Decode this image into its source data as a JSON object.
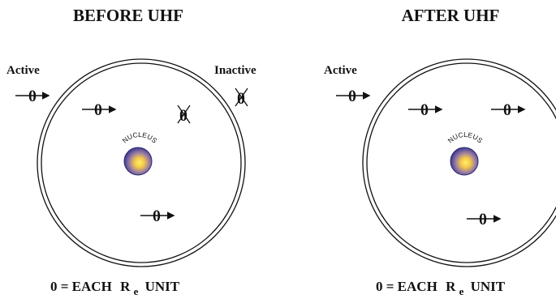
{
  "left_panel": {
    "title": "BEFORE UHF",
    "active_label": "Active",
    "inactive_label": "Inactive",
    "nucleus_label": "NUCLEUS",
    "unit_symbol": "θ",
    "caption": {
      "prefix": "0 = EACH",
      "symbol": "R",
      "subscript": "e",
      "suffix": "UNIT"
    }
  },
  "right_panel": {
    "title": "AFTER UHF",
    "active_label": "Active",
    "nucleus_label": "NUCLEUS",
    "unit_symbol": "θ",
    "caption": {
      "prefix": "0 = EACH",
      "symbol": "R",
      "subscript": "e",
      "suffix": "UNIT"
    }
  },
  "colors": {
    "ink": "#111111",
    "nucleus_core": "#ffe24a",
    "nucleus_mid": "#c3a06a",
    "nucleus_edge": "#2f2a8a"
  }
}
